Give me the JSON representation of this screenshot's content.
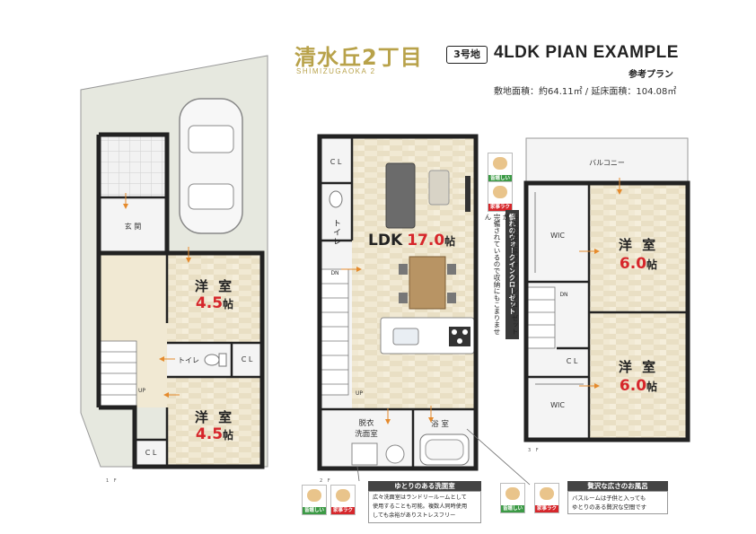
{
  "header": {
    "title_jp": "清水丘2丁目",
    "title_en": "SHIMIZUGAOKA 2",
    "lot": "3号地",
    "plan_title": "4LDK PIAN EXAMPLE",
    "ref_plan": "参考プラン",
    "area_info": "敷地面積：約64.11㎡ / 延床面積：104.08㎡"
  },
  "floor1": {
    "entrance": "玄 関",
    "room1_name": "洋 室",
    "room1_size": "4.5",
    "room2_name": "洋 室",
    "room2_size": "4.5",
    "toilet": "トイレ",
    "closet1": "C L",
    "closet2": "C L",
    "stair": "UP",
    "tag": "1 F"
  },
  "floor2": {
    "ldk_name": "LDK",
    "ldk_size": "17.0",
    "closet": "C L",
    "toilet": "トイレ",
    "washroom": "脱衣\n洗面室",
    "bath": "浴 室",
    "stair_dn": "DN",
    "stair_up": "UP",
    "tag": "2 F"
  },
  "floor3": {
    "balcony": "バルコニー",
    "room1_name": "洋 室",
    "room1_size": "6.0",
    "room2_name": "洋 室",
    "room2_size": "6.0",
    "wic1": "WIC",
    "wic2": "WIC",
    "closet": "C L",
    "stair_dn": "DN",
    "tag": "3 F"
  },
  "unit": "帖",
  "badges": {
    "ureshii": "皆嬉しい",
    "kajiraku": "家事ラク"
  },
  "callouts": {
    "washroom_title": "ゆとりのある洗面室",
    "washroom_text": "広々洗面室はランドリールームとして\n使用することも可能。複数人同時使用\nしても余裕がありストレスフリー",
    "bath_title": "贅沢な広さのお風呂",
    "bath_text": "バスルームは子供と入っても\nゆとりのある贅沢な空間です",
    "wic_title": "憧れのウォークインクローゼット",
    "wic_text": "各お部屋にはウォークインクローゼットが\n完備されているので収納にもこまりません"
  },
  "colors": {
    "accent_gold": "#b8a24a",
    "size_red": "#d6262b",
    "floor_wood": "#efe6cf",
    "wall": "#222222"
  }
}
